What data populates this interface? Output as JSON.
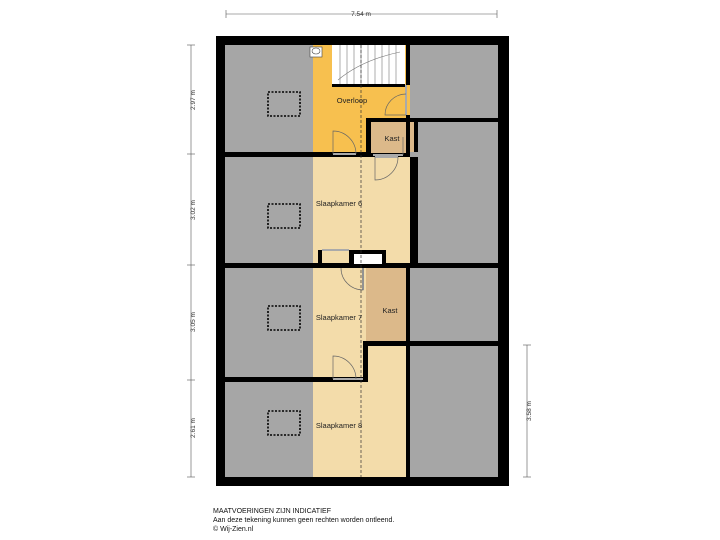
{
  "dimensions": {
    "total_width": "7.54 m",
    "height_1": "2.97 m",
    "height_2": "3.02 m",
    "height_3": "3.05 m",
    "height_4": "2.61 m",
    "height_right": "3.58 m"
  },
  "rooms": {
    "overloop": "Overloop",
    "kast_1": "Kast",
    "slaapkamer_6": "Slaapkamer 6",
    "kast_2": "Kast",
    "slaapkamer_7": "Slaapkamer 7",
    "slaapkamer_8": "Slaapkamer 8"
  },
  "colors": {
    "walls": "#000000",
    "roof_area": "#a6a6a6",
    "overloop": "#f7c04f",
    "bedrooms": "#f3dcaa",
    "kast": "#dcb98a"
  },
  "footer": {
    "line1": "MAATVOERINGEN ZIJN INDICATIEF",
    "line2": "Aan deze tekening kunnen geen rechten worden ontleend.",
    "line3": "© Wij-Zien.nl"
  }
}
